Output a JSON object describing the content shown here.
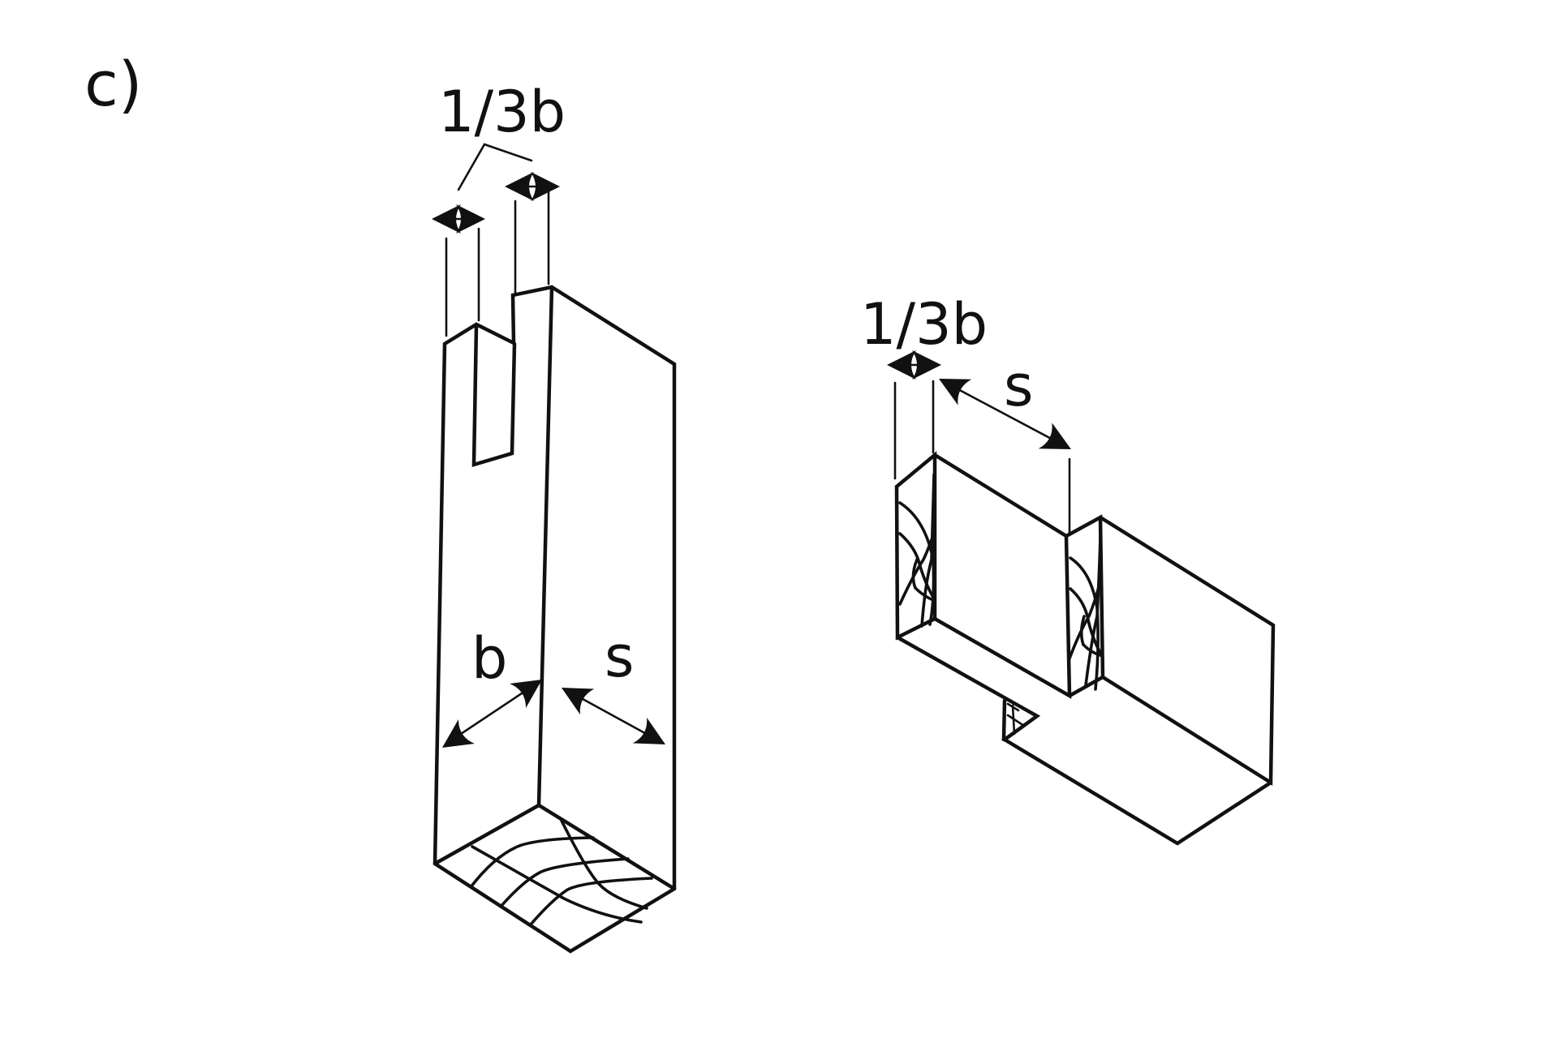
{
  "figure": {
    "part_label": "c)",
    "left_piece": {
      "top_dim_label": "1/3b",
      "width_label": "b",
      "depth_label": "s"
    },
    "right_piece": {
      "top_dim_label": "1/3b",
      "depth_label": "s"
    }
  }
}
